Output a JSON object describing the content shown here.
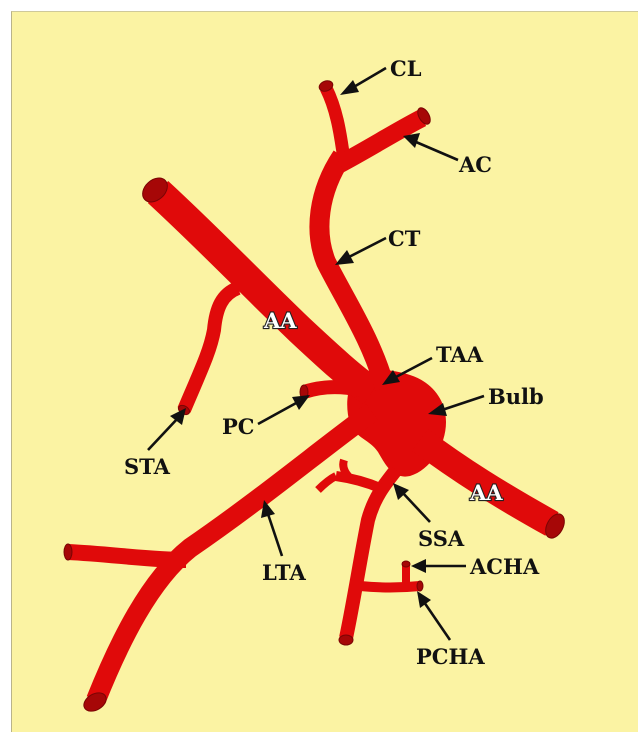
{
  "colors": {
    "background": "#fbf3a3",
    "vessel": "#e00a0a",
    "vessel_end": "#a60707",
    "label": "#111111"
  },
  "labels": {
    "cl": "CL",
    "ac": "AC",
    "ct": "CT",
    "aa_upper": "AA",
    "taa": "TAA",
    "bulb": "Bulb",
    "pc": "PC",
    "sta": "STA",
    "aa_lower": "AA",
    "ssa": "SSA",
    "lta": "LTA",
    "acha": "ACHA",
    "pcha": "PCHA"
  }
}
